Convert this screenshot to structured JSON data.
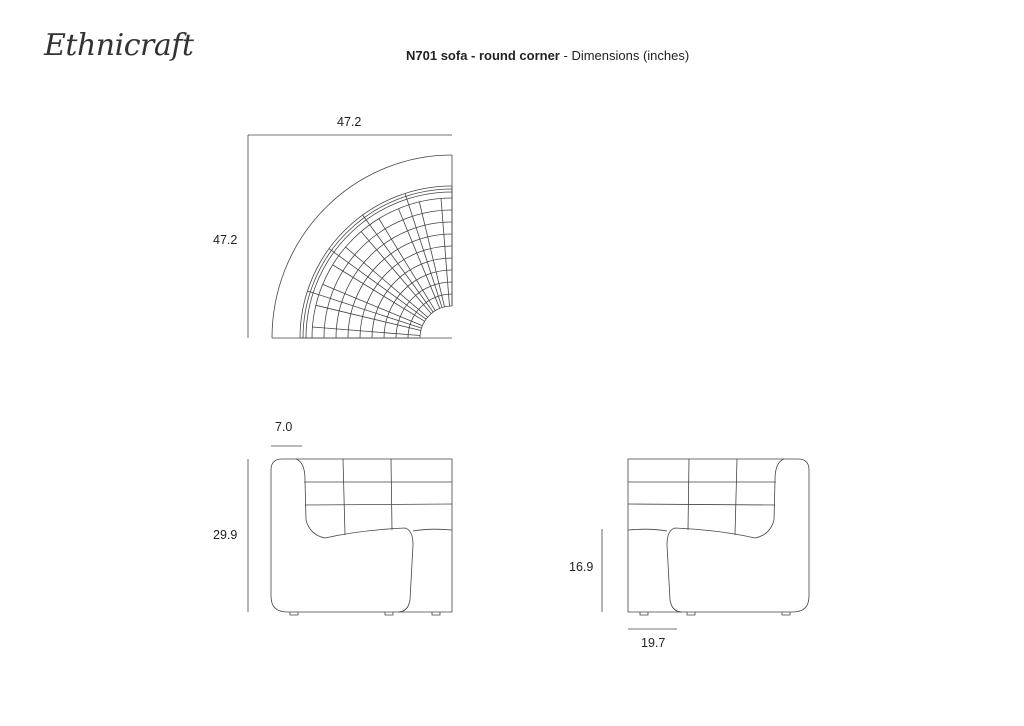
{
  "brand": "Ethnicraft",
  "header": {
    "product": "N701 sofa - round corner",
    "separator": " - ",
    "subtitle": "Dimensions (inches)"
  },
  "top_view": {
    "width": "47.2",
    "depth": "47.2"
  },
  "left_side_view": {
    "arm_width": "7.0",
    "height": "29.9"
  },
  "right_side_view": {
    "seat_height": "16.9",
    "seat_depth": "19.7"
  }
}
